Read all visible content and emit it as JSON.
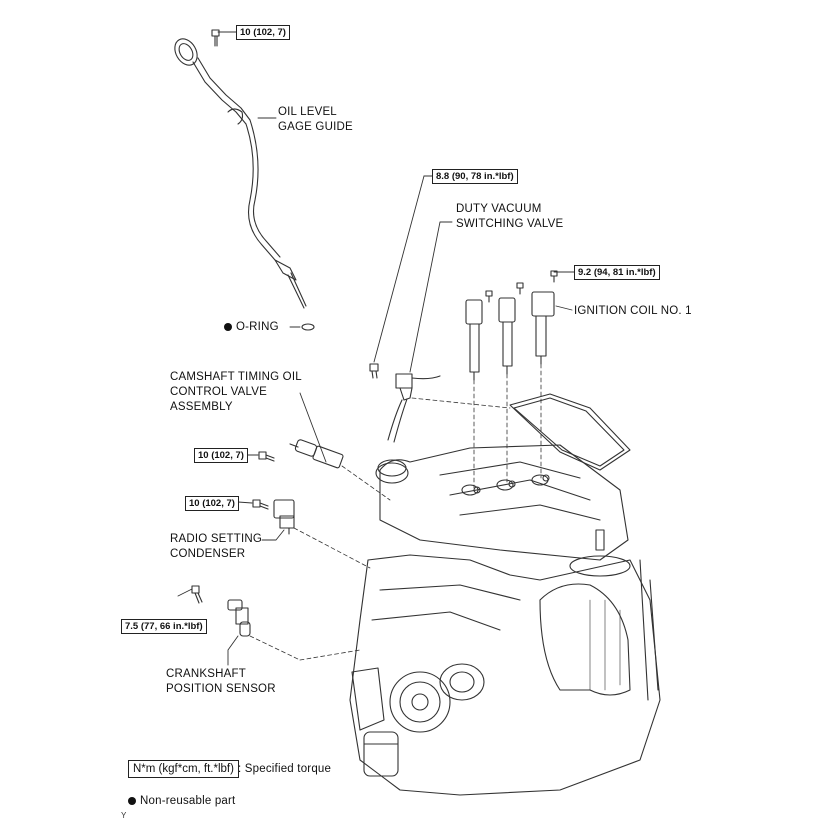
{
  "labels": {
    "oil_level_gage_guide": [
      "OIL LEVEL",
      "GAGE GUIDE"
    ],
    "duty_vacuum_switching_valve": [
      "DUTY VACUUM",
      "SWITCHING VALVE"
    ],
    "ignition_coil": "IGNITION COIL NO. 1",
    "o_ring": "O-RING",
    "camshaft_timing_oil_control_valve": [
      "CAMSHAFT TIMING OIL",
      "CONTROL VALVE",
      "ASSEMBLY"
    ],
    "radio_setting_condenser": [
      "RADIO SETTING",
      "CONDENSER"
    ],
    "crankshaft_position_sensor": [
      "CRANKSHAFT",
      "POSITION SENSOR"
    ]
  },
  "torques": {
    "gage_guide_bolt": "10 (102, 7)",
    "vacuum_valve_bolt": "8.8 (90, 78 in.*lbf)",
    "ignition_coil_bolt": "9.2 (94, 81 in.*lbf)",
    "ocv_bolt": "10 (102, 7)",
    "condenser_bolt": "10 (102, 7)",
    "crank_sensor_bolt": "7.5 (77, 66 in.*lbf)"
  },
  "legend": {
    "torque_unit": "N*m (kgf*cm, ft.*lbf)",
    "torque_text": ": Specified torque",
    "non_reusable": "Non-reusable part"
  },
  "corner_mark": "Y"
}
